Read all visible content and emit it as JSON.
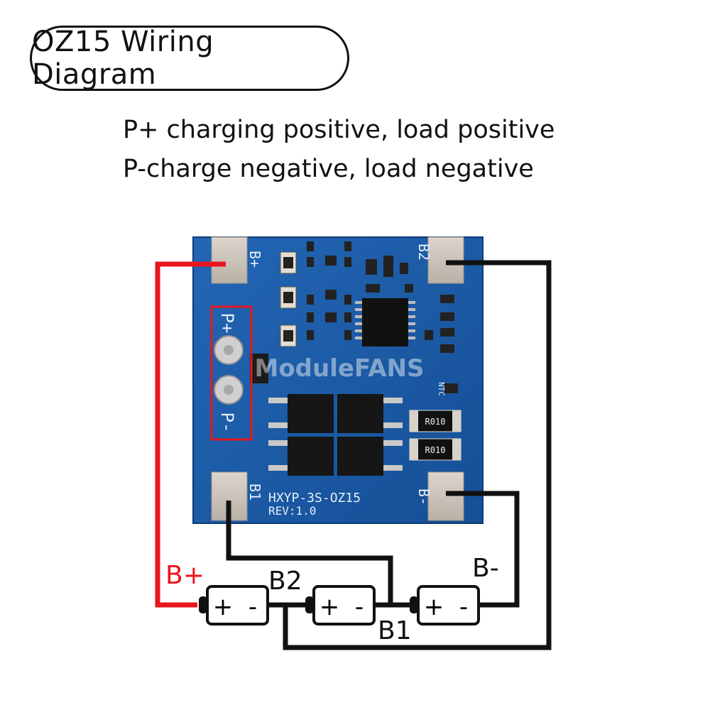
{
  "title": "OZ15 Wiring Diagram",
  "description": [
    "P+ charging positive, load positive",
    "P-charge negative, load negative"
  ],
  "board": {
    "pads": {
      "b_plus": "B+",
      "b2": "B2",
      "b1": "B1",
      "b_minus": "B-"
    },
    "p_plus": "P+",
    "p_minus": "P-",
    "model": "HXYP-3S-OZ15",
    "revision": "REV:1.0",
    "resistor_label": "R010",
    "ntc_label": "NTC",
    "watermark": "ModuleFANS"
  },
  "wiring": {
    "b_plus_label": "B+",
    "b2_label": "B2",
    "b1_label": "B1",
    "b_minus_label": "B-",
    "battery_plus": "+",
    "battery_minus": "-"
  },
  "colors": {
    "pcb": "#1a5ba6",
    "pcb_dark": "#0f3f7d",
    "pad": "#cfc6bd",
    "wire_black": "#111111",
    "wire_red": "#e8161c",
    "highlight_box": "#e8161c"
  }
}
